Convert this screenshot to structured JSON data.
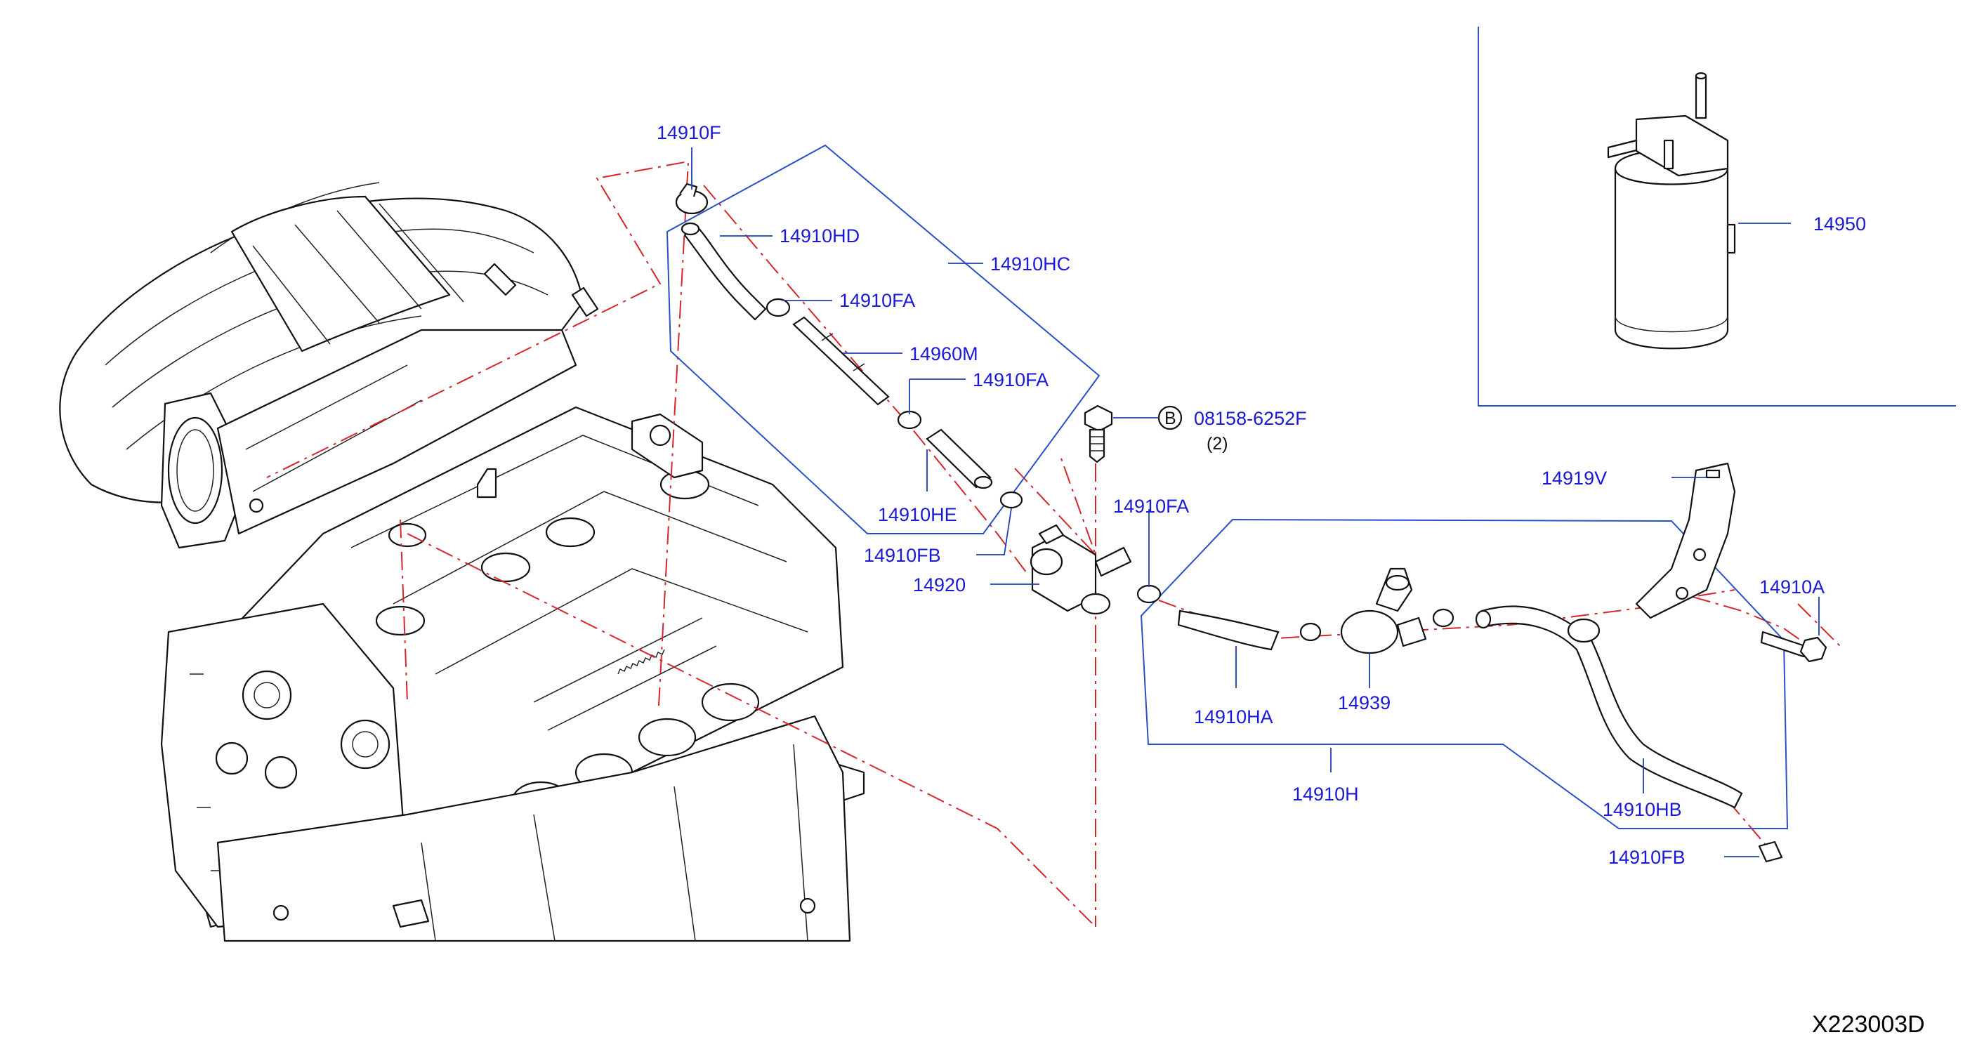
{
  "labels": {
    "p14910F": "14910F",
    "p14910HD": "14910HD",
    "p14910HC": "14910HC",
    "p14910FA_1": "14910FA",
    "p14960M": "14960M",
    "p14910FA_2": "14910FA",
    "p14910HE": "14910HE",
    "p14910FB_1": "14910FB",
    "p14920": "14920",
    "p14910FA_3": "14910FA",
    "bolt_code": "08158-6252F",
    "bolt_qty": "(2)",
    "bolt_badge": "B",
    "p14950": "14950",
    "p14919V": "14919V",
    "p14910A": "14910A",
    "p14910HA": "14910HA",
    "p14939": "14939",
    "p14910H": "14910H",
    "p14910HB": "14910HB",
    "p14910FB_2": "14910FB"
  },
  "diagram_code": "X223003D",
  "colors": {
    "label": "#1a1ad6",
    "group_outline": "#2b4fc7",
    "centerline": "#d3272b",
    "line_art": "#111111"
  }
}
